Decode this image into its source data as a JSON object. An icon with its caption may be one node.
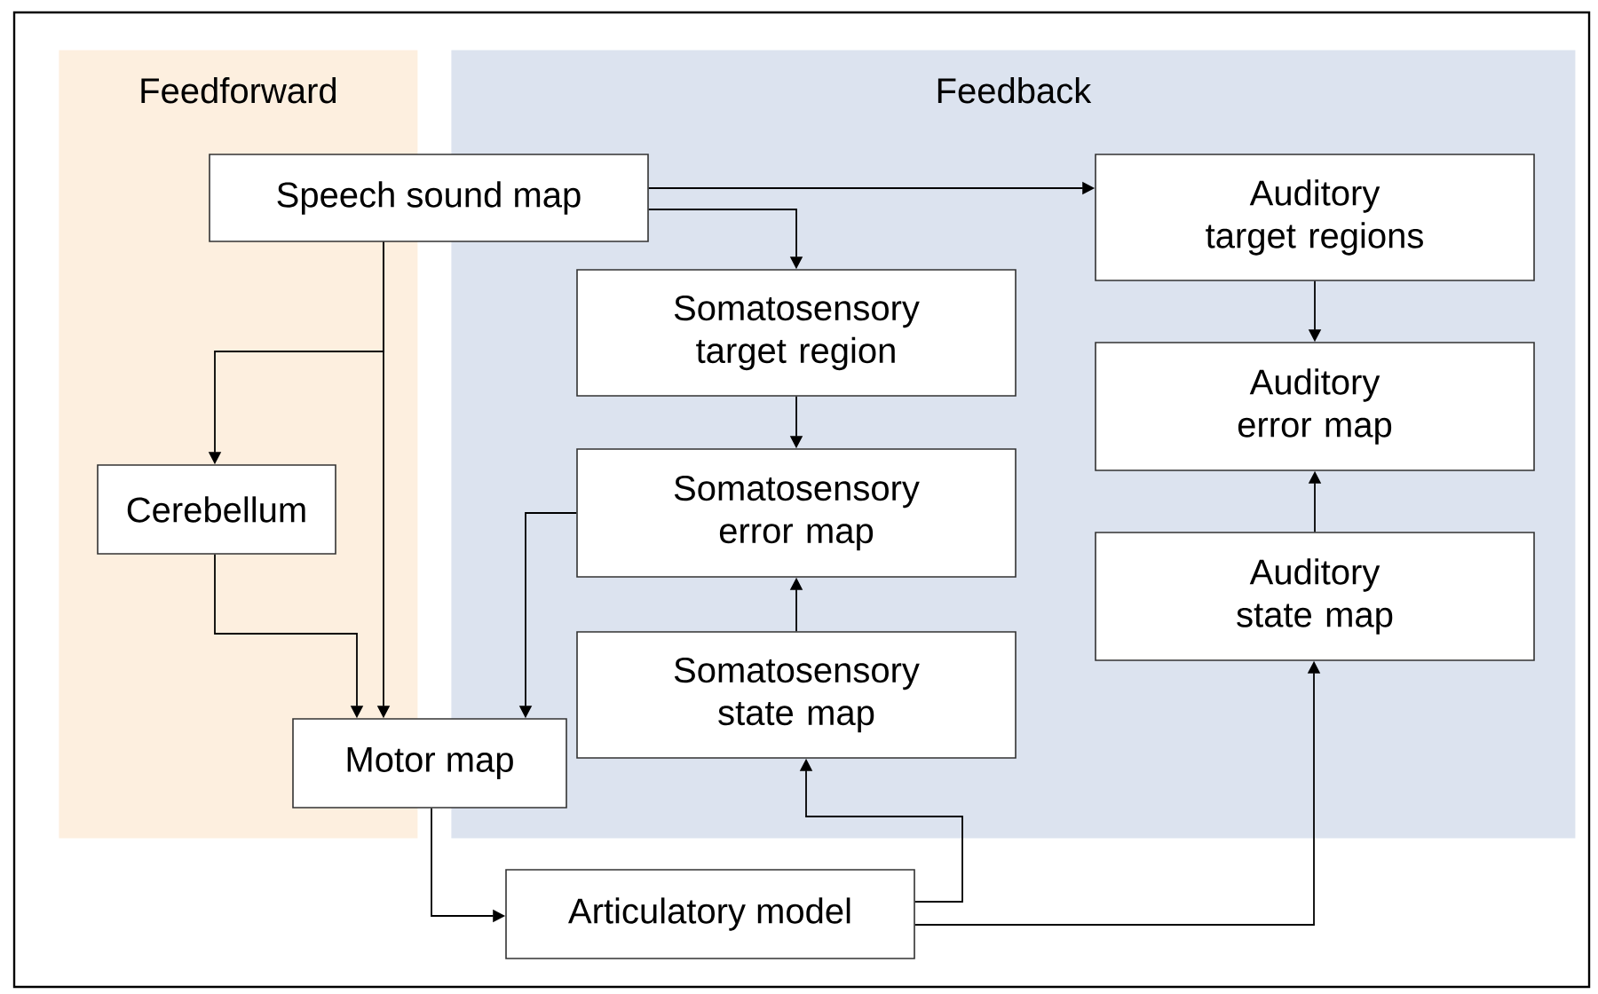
{
  "diagram": {
    "nodes": [
      {
        "text": [
          "Feedforward"
        ]
      },
      {
        "text": [
          "Feedback"
        ]
      },
      {
        "text": [
          "Speech sound map"
        ]
      },
      {
        "text": [
          "Auditory target regions"
        ],
        "in": 1
      },
      {
        "text": [
          "Somatosensory target region"
        ],
        "in": 1
      },
      {
        "text": [
          "Cerebellum"
        ],
        "in": 0
      },
      {
        "text": [
          "Auditory error map"
        ],
        "in": 1
      },
      {
        "text": [
          "Somatosensory error map"
        ],
        "in": 1
      },
      {
        "text": [
          "Somatosensory state map"
        ],
        "in": 1
      },
      {
        "text": [
          "Auditory state map"
        ],
        "in": 1
      },
      {
        "text": [
          "Motor map"
        ]
      },
      {
        "text": [
          "Articulatory model"
        ]
      }
    ],
    "edges": [
      {
        "from": 2,
        "to": 3,
        "arrow": "to"
      },
      {
        "from": 2,
        "to": 4,
        "arrow": "to"
      },
      {
        "from": 2,
        "to": 5,
        "arrow": "to"
      },
      {
        "from": 2,
        "to": 10,
        "arrow": "to"
      },
      {
        "from": 5,
        "to": 10,
        "arrow": "to"
      },
      {
        "from": 4,
        "to": 7,
        "arrow": "to"
      },
      {
        "from": 8,
        "to": 7,
        "arrow": "to"
      },
      {
        "from": 7,
        "to": 10,
        "arrow": "to"
      },
      {
        "from": 3,
        "to": 6,
        "arrow": "to"
      },
      {
        "from": 9,
        "to": 6,
        "arrow": "to"
      },
      {
        "from": 10,
        "to": 11,
        "arrow": "to"
      },
      {
        "from": 11,
        "to": 8,
        "arrow": "to"
      },
      {
        "from": 11,
        "to": 9,
        "arrow": "to"
      }
    ]
  }
}
